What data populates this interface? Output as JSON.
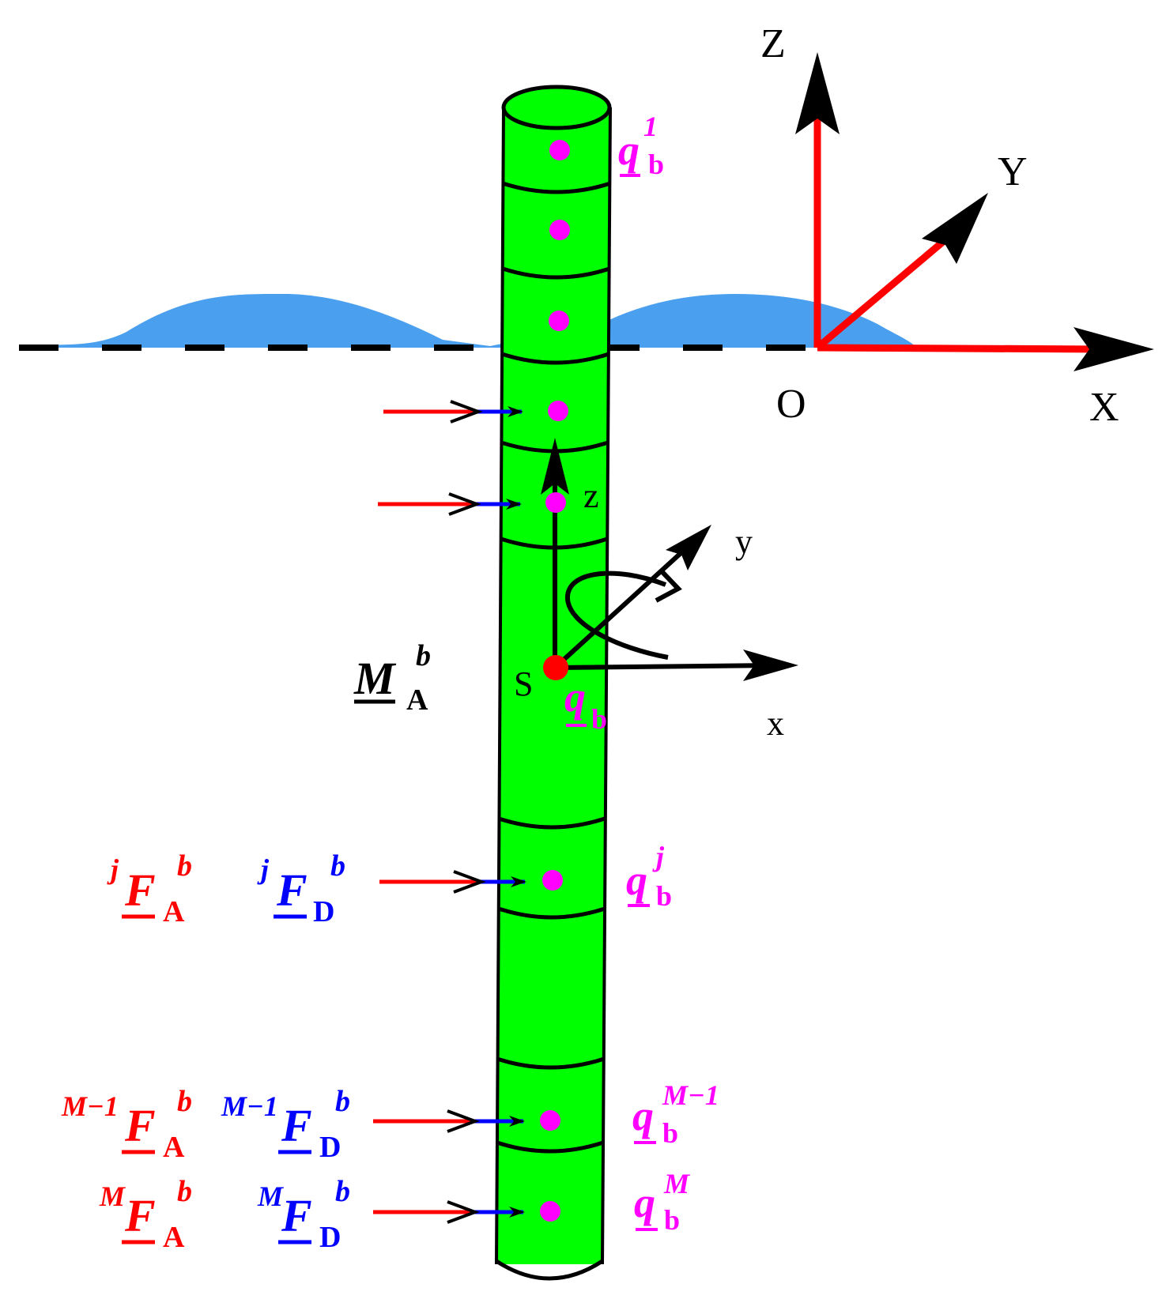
{
  "colors": {
    "cylinder": "#00ff00",
    "water": "#4aa0ee",
    "node": "#ff00ff",
    "added_mass_force": "#ff0000",
    "drag_force": "#0000ff",
    "origin_point": "#ff0000",
    "global_axes": "#ff0000"
  },
  "global_axes": {
    "x": "X",
    "y": "Y",
    "z": "Z",
    "origin": "O"
  },
  "body_axes": {
    "x": "x",
    "y": "y",
    "z": "z",
    "origin": "S"
  },
  "moment": {
    "sym": "M",
    "sup": "b",
    "sub": "A"
  },
  "body_node": {
    "sym": "q",
    "sub": "b"
  },
  "nodes": [
    {
      "sym": "q",
      "sub": "b",
      "sup": "1"
    },
    {
      "sym": "q",
      "sub": "b",
      "sup": "j"
    },
    {
      "sym": "q",
      "sub": "b",
      "sup": "M−1"
    },
    {
      "sym": "q",
      "sub": "b",
      "sup": "M"
    }
  ],
  "forces": [
    {
      "added_mass": {
        "pre": "j",
        "sym": "F",
        "sup": "b",
        "sub": "A"
      },
      "drag": {
        "pre": "j",
        "sym": "F",
        "sup": "b",
        "sub": "D"
      }
    },
    {
      "added_mass": {
        "pre": "M−1",
        "sym": "F",
        "sup": "b",
        "sub": "A"
      },
      "drag": {
        "pre": "M−1",
        "sym": "F",
        "sup": "b",
        "sub": "D"
      }
    },
    {
      "added_mass": {
        "pre": "M",
        "sym": "F",
        "sup": "b",
        "sub": "A"
      },
      "drag": {
        "pre": "M",
        "sym": "F",
        "sup": "b",
        "sub": "D"
      }
    }
  ]
}
